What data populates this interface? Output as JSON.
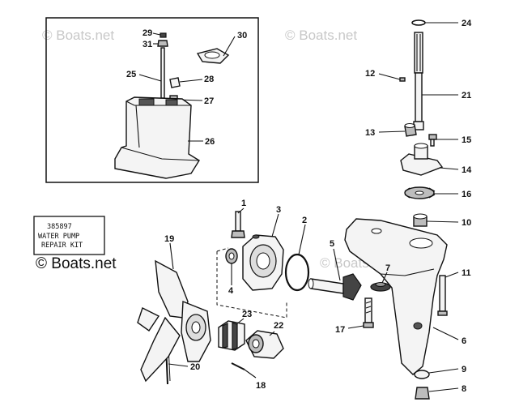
{
  "watermarks": {
    "top_left": "© Boats.net",
    "top_mid": "© Boats.net",
    "mid_right": "© Boats.net",
    "kit_mark": "© Boats.net"
  },
  "repair_kit": {
    "part_number": "385897",
    "line1": "WATER PUMP",
    "line2": "REPAIR KIT"
  },
  "callouts": {
    "c1": "1",
    "c2": "2",
    "c3": "3",
    "c4": "4",
    "c5": "5",
    "c6": "6",
    "c7": "7",
    "c8": "8",
    "c9": "9",
    "c10": "10",
    "c11": "11",
    "c12": "12",
    "c13": "13",
    "c14": "14",
    "c15": "15",
    "c16": "16",
    "c17": "17",
    "c18": "18",
    "c19": "19",
    "c20": "20",
    "c21": "21",
    "c22": "22",
    "c23": "23",
    "c24": "24",
    "c25": "25",
    "c26": "26",
    "c27": "27",
    "c28": "28",
    "c29": "29",
    "c30": "30",
    "c31": "31"
  }
}
